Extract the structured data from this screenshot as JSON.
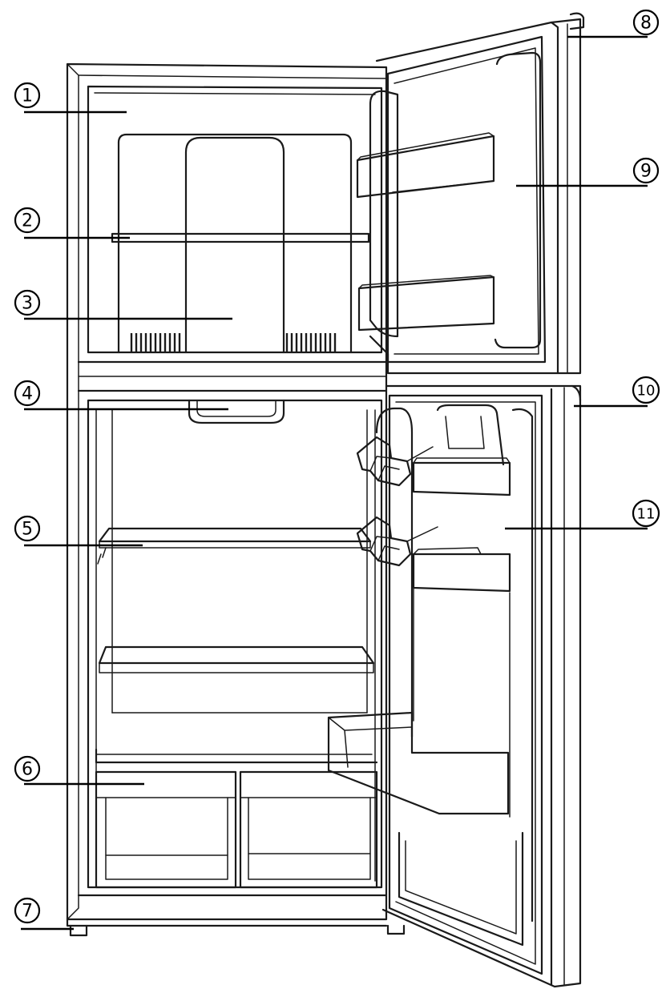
{
  "callouts": [
    {
      "label": "1"
    },
    {
      "label": "2"
    },
    {
      "label": "3"
    },
    {
      "label": "4"
    },
    {
      "label": "5"
    },
    {
      "label": "6"
    },
    {
      "label": "7"
    },
    {
      "label": "8"
    },
    {
      "label": "9"
    },
    {
      "label": "10"
    },
    {
      "label": "11"
    }
  ],
  "line_color": "#1a1a1a",
  "background": "#ffffff"
}
